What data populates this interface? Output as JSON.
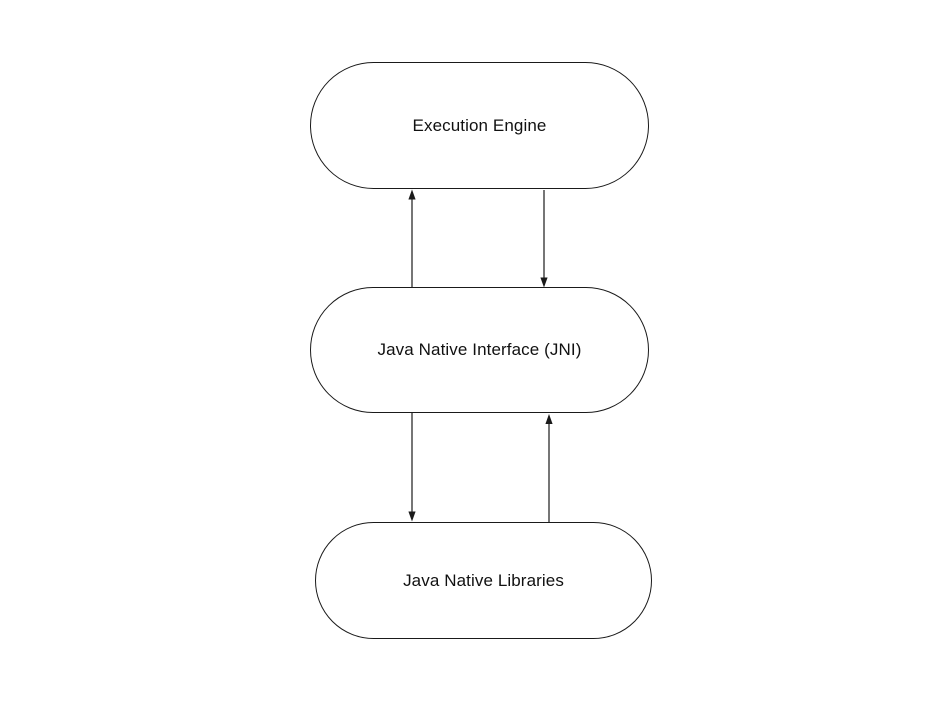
{
  "diagram": {
    "background_color": "#ffffff",
    "stroke_color": "#1a1a1a",
    "node_fill_color": "#ffffff",
    "text_color": "#111111",
    "nodes": [
      {
        "id": "execution-engine",
        "label": "Execution Engine",
        "shape": "stadium"
      },
      {
        "id": "jni",
        "label": "Java Native Interface (JNI)",
        "shape": "stadium"
      },
      {
        "id": "native-libraries",
        "label": "Java Native Libraries",
        "shape": "stadium"
      }
    ],
    "edges": [
      {
        "from": "jni",
        "to": "execution-engine",
        "direction": "up",
        "side": "left"
      },
      {
        "from": "execution-engine",
        "to": "jni",
        "direction": "down",
        "side": "right"
      },
      {
        "from": "jni",
        "to": "native-libraries",
        "direction": "down",
        "side": "left"
      },
      {
        "from": "native-libraries",
        "to": "jni",
        "direction": "up",
        "side": "right"
      }
    ]
  }
}
